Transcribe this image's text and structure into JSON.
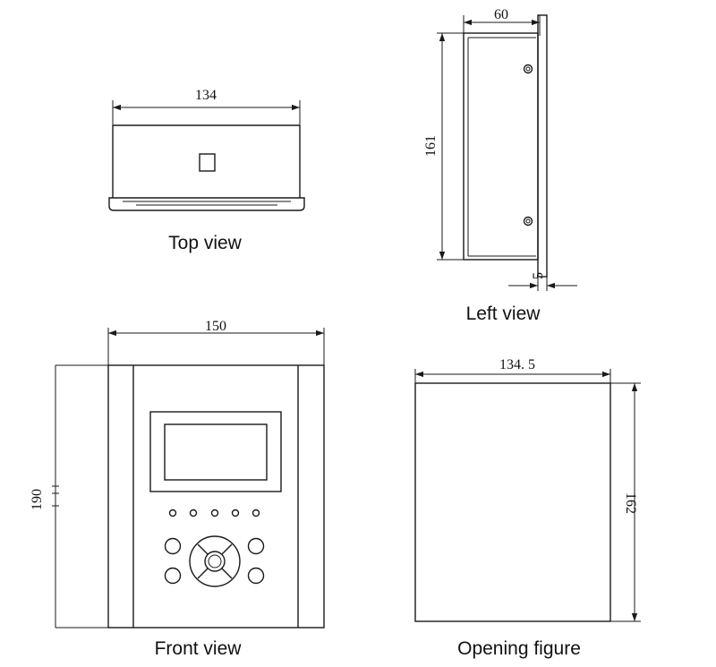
{
  "views": {
    "top": {
      "caption": "Top view",
      "width_dim": "134"
    },
    "left": {
      "caption": "Left view",
      "depth_dim": "60",
      "height_dim": "161",
      "flange_dim": "5"
    },
    "front": {
      "caption": "Front view",
      "width_dim": "150",
      "height_dim": "190"
    },
    "opening": {
      "caption": "Opening figure",
      "width_dim": "134. 5",
      "height_dim": "162"
    }
  }
}
